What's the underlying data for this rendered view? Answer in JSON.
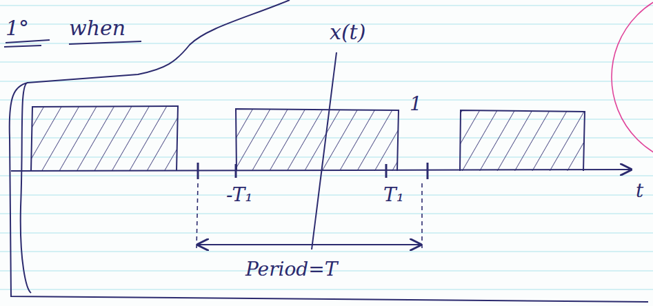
{
  "diagram": {
    "labels": [
      "1°",
      "when",
      "x(t)",
      "1",
      "-T₁",
      "T₁",
      "Period=T",
      "t"
    ]
  }
}
